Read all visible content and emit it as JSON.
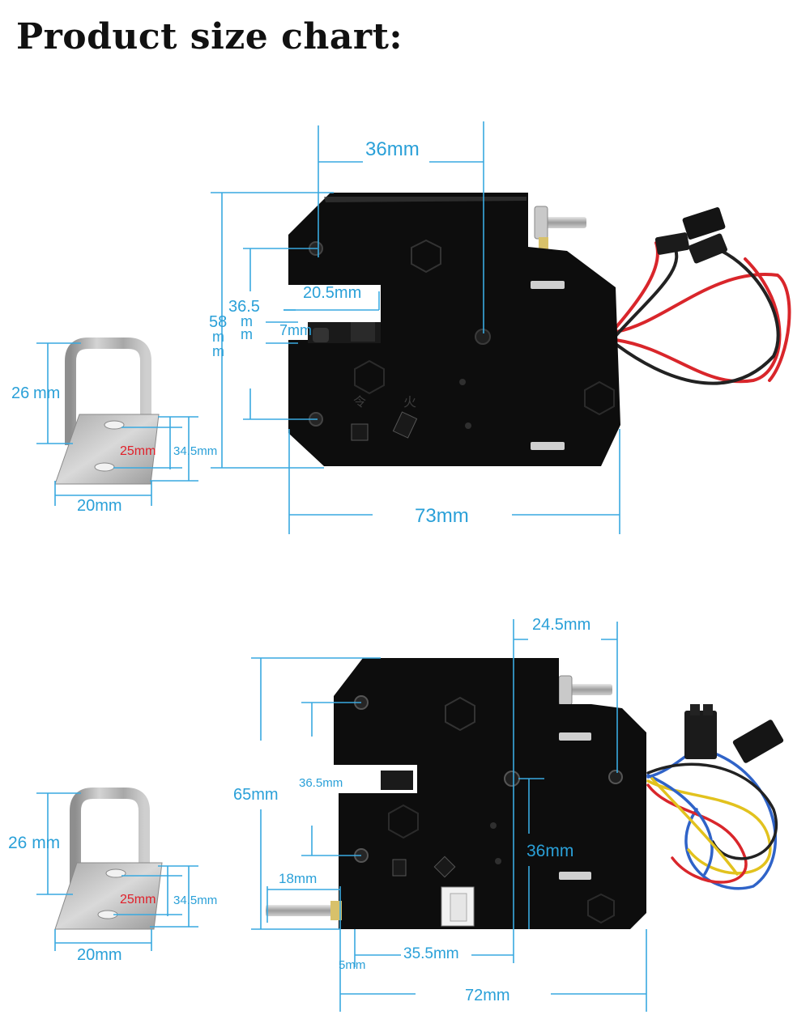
{
  "title": "Product size chart:",
  "colors": {
    "dimension": "#2aa0d8",
    "highlight": "#e0202a",
    "lock_body": "#0d0d0d",
    "steel": "#b9b9b9"
  },
  "top_view": {
    "width_top": "36mm",
    "slot_width": "20.5mm",
    "left_height_inner": "36.5",
    "left_height_inner_unit1": "m",
    "left_height_inner_unit2": "m",
    "left_height_outer": "58",
    "left_height_outer_unit1": "m",
    "left_height_outer_unit2": "m",
    "slot_height": "7mm",
    "total_width": "73mm"
  },
  "top_bracket": {
    "height": "26",
    "height_unit": "mm",
    "hole_spacing": "25mm",
    "total_height": "34.5mm",
    "width": "20mm"
  },
  "bottom_view": {
    "right_offset": "24.5mm",
    "total_height": "65mm",
    "hole_spacing": "36.5mm",
    "right_height": "36mm",
    "pin_length": "18mm",
    "pin_offset": "5mm",
    "center_offset": "35.5mm",
    "total_width": "72mm"
  },
  "bottom_bracket": {
    "height": "26 mm",
    "hole_spacing": "25mm",
    "total_height": "34.5mm",
    "width": "20mm"
  }
}
